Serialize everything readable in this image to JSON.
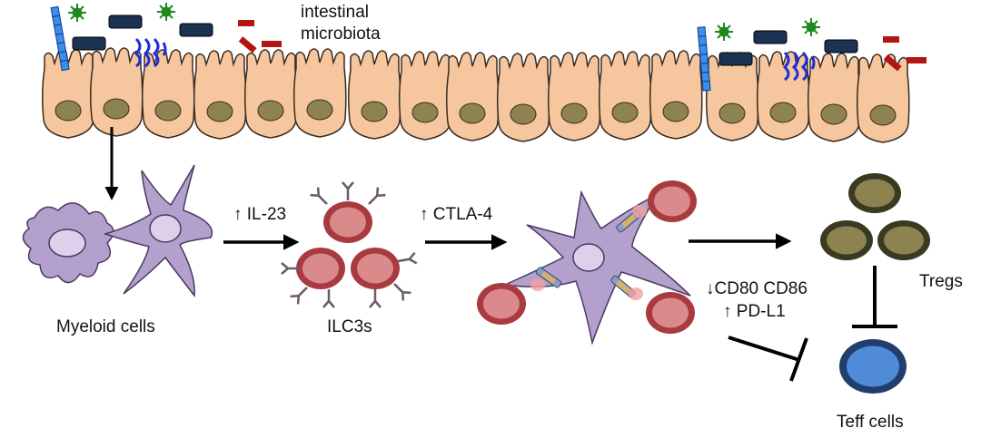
{
  "labels": {
    "microbiota_line1": "intestinal",
    "microbiota_line2": "microbiota",
    "myeloid": "Myeloid cells",
    "il23": "↑ IL-23",
    "ilc3s": "ILC3s",
    "ctla4": "↑ CTLA-4",
    "cd80_cd86": "↓CD80 CD86",
    "pdl1": "↑ PD-L1",
    "tregs": "Tregs",
    "teff": "Teff cells"
  },
  "colors": {
    "epithelium_fill": "#f6c79e",
    "epithelium_stroke": "#3a2a20",
    "nucleus_olive": "#8d8350",
    "myeloid_fill": "#b3a0cd",
    "myeloid_nucleus": "#ddd0ea",
    "ilc3_ring": "#a93a3f",
    "ilc3_inner": "#da8a8a",
    "treg_ring": "#3a3a22",
    "treg_inner": "#8c8350",
    "teff_ring": "#213e6c",
    "teff_inner": "#4f8bd6",
    "bacteria_navy": "#1b3253",
    "bacteria_red": "#b31414",
    "bacteria_blue_chain": "#3b8fe6",
    "flagella_blue": "#1f2ed6",
    "virus_green": "#1e8a1e"
  }
}
